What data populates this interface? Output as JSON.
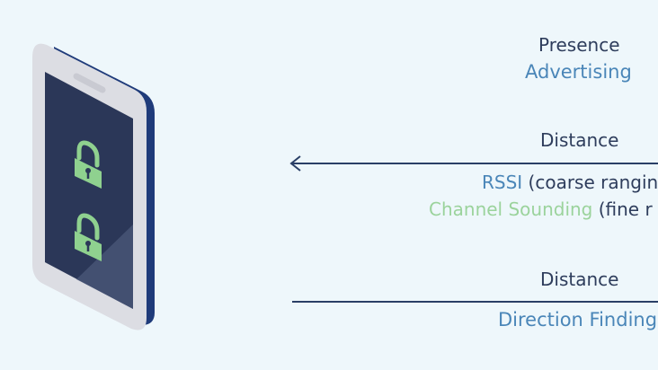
{
  "presence": {
    "title": "Presence",
    "method": "Advertising"
  },
  "distance_rssi": {
    "title": "Distance",
    "rssi": "RSSI",
    "rssi_note": "(coarse ranging",
    "cs": "Channel Sounding",
    "cs_note": "(fine r"
  },
  "distance_df": {
    "title": "Distance",
    "method": "Direction Finding"
  },
  "icons": [
    "phone-icon",
    "lock-icon",
    "arrow-left-icon"
  ],
  "colors": {
    "background": "#eef7fb",
    "phone_body": "#dcdde3",
    "phone_edge": "#1f3b7a",
    "screen": "#2b3758",
    "lock": "#8fd18f",
    "text_dark": "#2e3d5c",
    "text_blue": "#4a86b8",
    "text_green": "#9bd39c",
    "line": "#2a3f66"
  }
}
